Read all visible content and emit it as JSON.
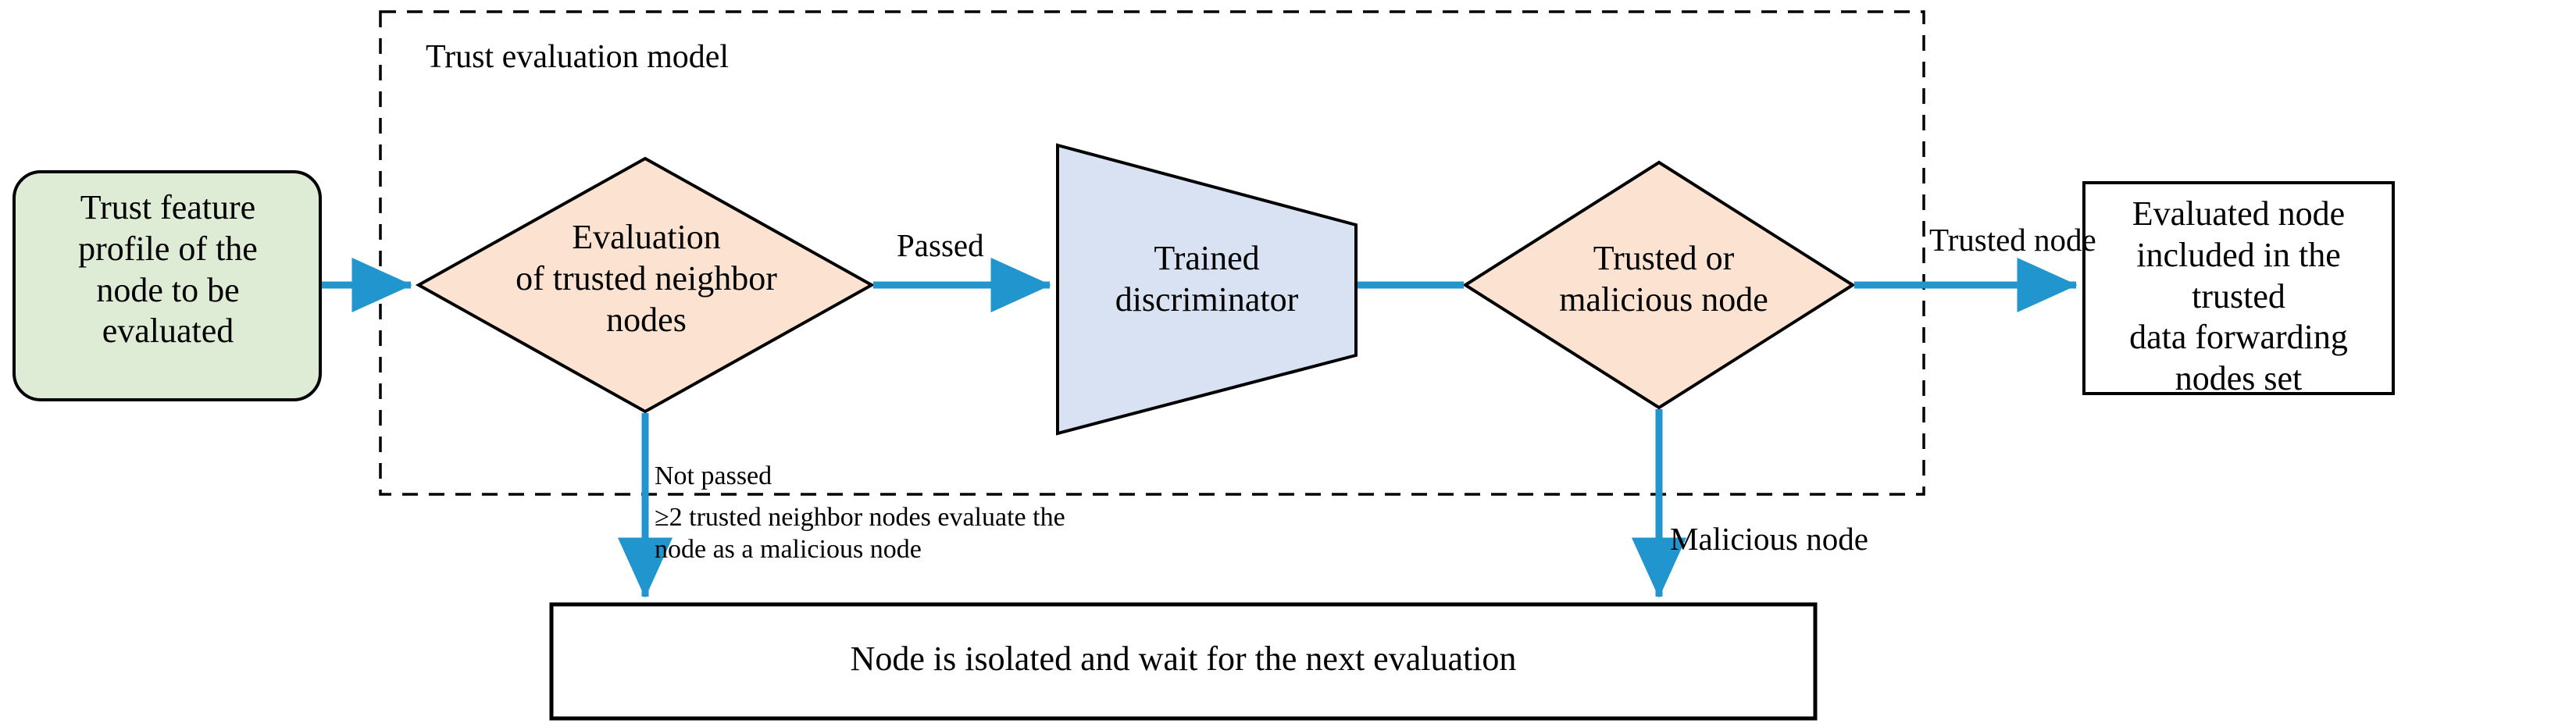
{
  "diagram": {
    "title": "Trust evaluation model flowchart",
    "container": {
      "label": "Trust evaluation model",
      "border_style": "dashed",
      "border_color": "#000000"
    },
    "colors": {
      "green_fill": "#deebd5",
      "peach_fill": "#fce2d0",
      "blue_fill": "#d8e2f2",
      "arrow_blue": "#2196ce",
      "stroke": "#000000",
      "background": "#ffffff"
    },
    "nodes": [
      {
        "id": "input",
        "shape": "rounded-rectangle",
        "fill": "#deebd5",
        "label": "Trust feature\nprofile of the\nnode to be\nevaluated"
      },
      {
        "id": "decision-neighbors",
        "shape": "diamond",
        "fill": "#fce2d0",
        "label": "Evaluation\nof trusted neighbor\nnodes"
      },
      {
        "id": "discriminator",
        "shape": "trapezoid",
        "fill": "#d8e2f2",
        "label": "Trained\ndiscriminator"
      },
      {
        "id": "decision-trusted",
        "shape": "diamond",
        "fill": "#fce2d0",
        "label": "Trusted or\nmalicious node"
      },
      {
        "id": "result-trusted",
        "shape": "rectangle",
        "fill": "#ffffff",
        "label": "Evaluated node\nincluded in the trusted\ndata forwarding\nnodes set"
      },
      {
        "id": "result-isolated",
        "shape": "rectangle",
        "fill": "#ffffff",
        "label": "Node is isolated and wait for the next evaluation"
      }
    ],
    "edges": [
      {
        "id": "input-to-decision",
        "from": "input",
        "to": "decision-neighbors",
        "label": ""
      },
      {
        "id": "passed",
        "from": "decision-neighbors",
        "to": "discriminator",
        "label": "Passed"
      },
      {
        "id": "discriminator-to-decision",
        "from": "discriminator",
        "to": "decision-trusted",
        "label": ""
      },
      {
        "id": "trusted-node",
        "from": "decision-trusted",
        "to": "result-trusted",
        "label": "Trusted node"
      },
      {
        "id": "malicious-node",
        "from": "decision-trusted",
        "to": "result-isolated",
        "label": "Malicious node"
      },
      {
        "id": "not-passed",
        "from": "decision-neighbors",
        "to": "result-isolated",
        "label": "Not passed",
        "detail": "≥2 trusted neighbor nodes evaluate the\nnode as a malicious node"
      }
    ]
  }
}
